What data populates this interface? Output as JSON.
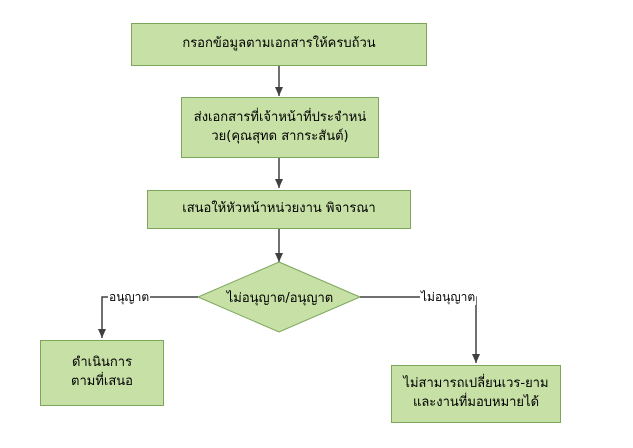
{
  "colors": {
    "box_fill": "#c6e0a5",
    "box_border": "#7ca65a",
    "line": "#404040"
  },
  "steps": {
    "step1": "กรอกข้อมูลตามเอกสารให้ครบถ้วน",
    "step2_line1": "ส่งเอกสารที่เจ้าหน้าที่ประจำหน่",
    "step2_line2": "วย(คุณสุทด สากระสันต์)",
    "step3": "เสนอให้หัวหน้าหน่วยงาน พิจารณา"
  },
  "decision": {
    "label": "ไม่อนุญาต/อนุญาต"
  },
  "branches": {
    "left_label": "อนุญาต",
    "right_label": "ไม่อนุญาต"
  },
  "outcomes": {
    "approved_line1": "ดำเนินการ",
    "approved_line2": "ตามที่เสนอ",
    "denied_line1": "ไม่สามารถเปลี่ยนเวร-ยาม",
    "denied_line2": "และงานที่มอบหมายได้"
  }
}
